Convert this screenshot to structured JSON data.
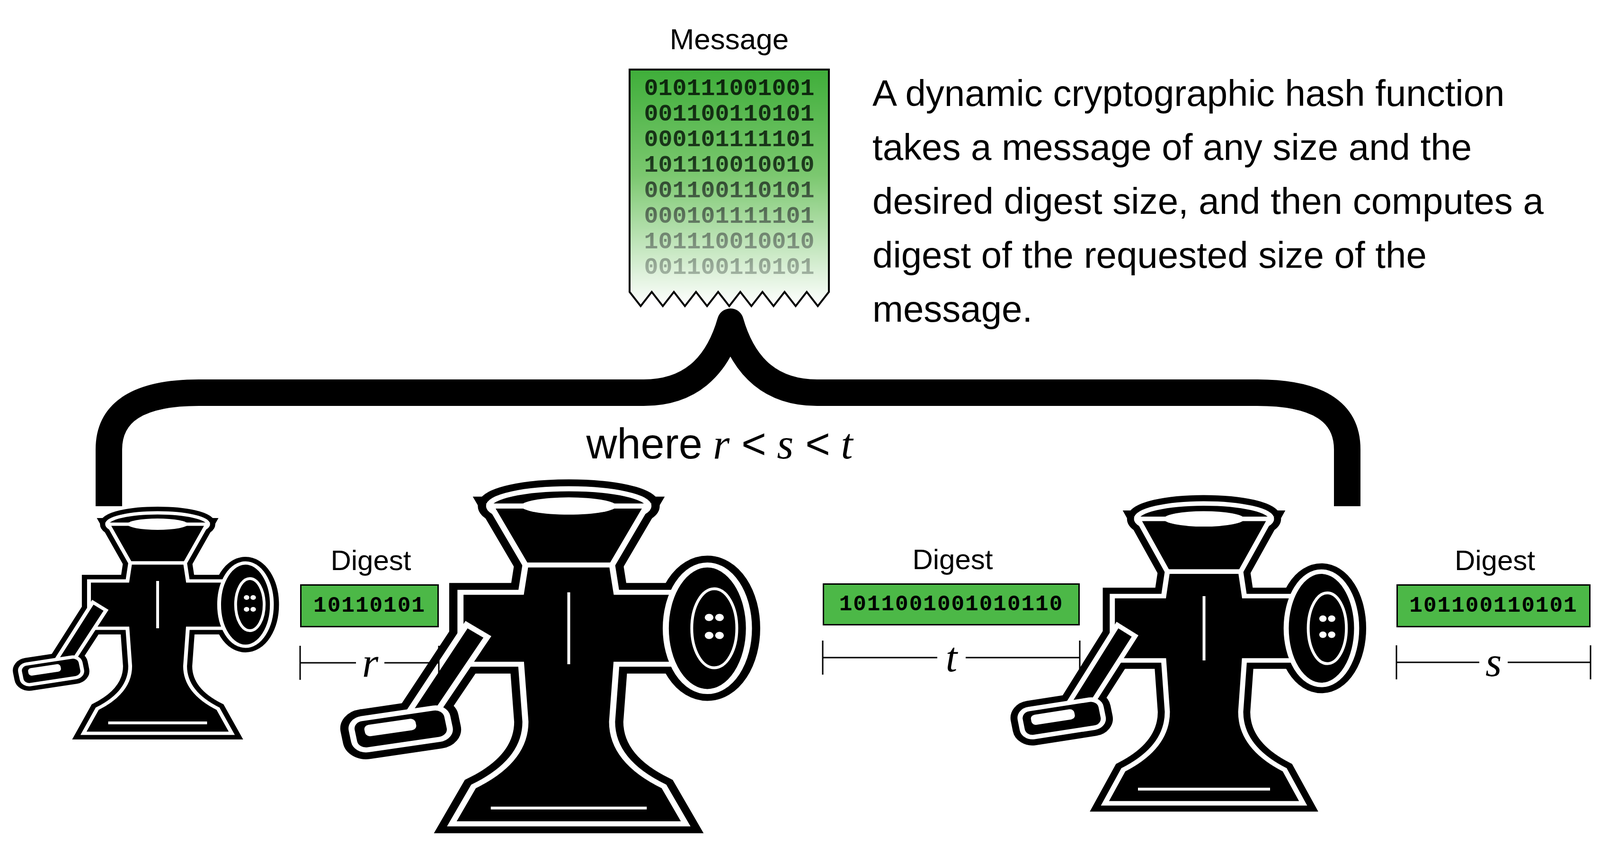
{
  "diagram": {
    "nodes": [
      {
        "text": [
          "Message",
          "010111001001 001100110101 000101111101 101110010010 001100110101 000101111101 101110010010 001100110101"
        ]
      },
      {
        "text": [
          "Digest",
          "10110101"
        ]
      },
      {
        "text": [
          "Digest",
          "1011001001010110"
        ]
      },
      {
        "text": [
          "Digest",
          "101100110101"
        ]
      }
    ],
    "labels": [
      "A dynamic cryptographic hash function takes a message of any size and the desired digest size, and then computes a digest of the requested size of the message.",
      "where r < s < t",
      "r",
      "t",
      "s"
    ]
  }
}
